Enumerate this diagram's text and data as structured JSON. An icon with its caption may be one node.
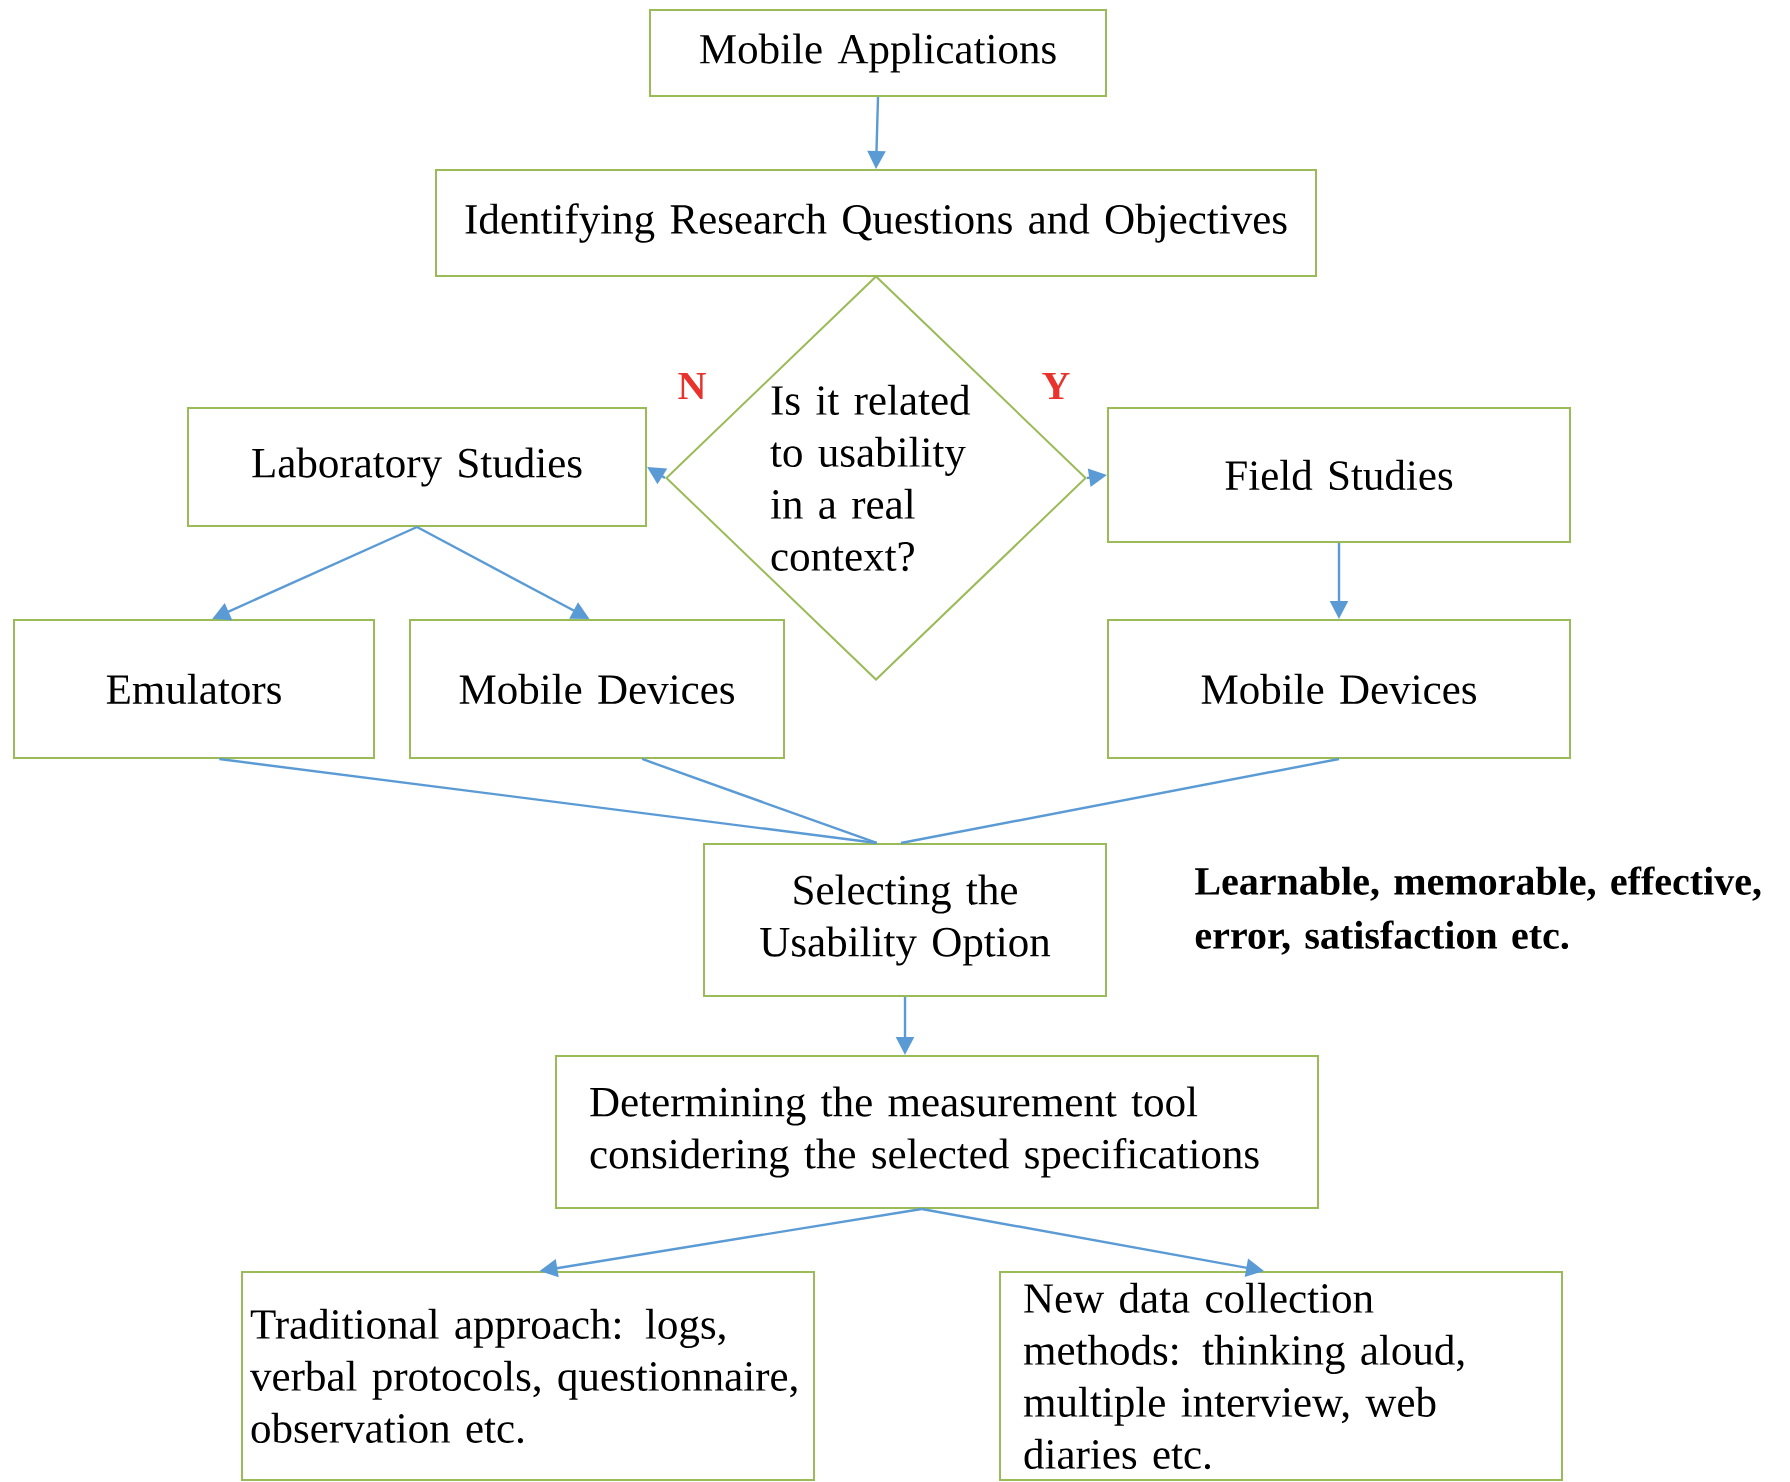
{
  "diagram": {
    "nodes": [
      {
        "text": [
          "Mobile Applications"
        ]
      },
      {
        "text": [
          "Identifying Research Questions and Objectives"
        ]
      },
      {
        "text": [
          "Is it related to usability in a real context?"
        ]
      },
      {
        "text": [
          "Laboratory Studies"
        ]
      },
      {
        "text": [
          "Field Studies"
        ]
      },
      {
        "text": [
          "Emulators"
        ]
      },
      {
        "text": [
          "Mobile Devices"
        ]
      },
      {
        "text": [
          "Mobile Devices"
        ]
      },
      {
        "text": [
          "Selecting the Usability Option"
        ]
      },
      {
        "text": [
          "Determining the measurement tool considering the selected specifications"
        ]
      },
      {
        "text": [
          "Traditional approach: logs, verbal protocols, questionnaire, observation etc."
        ]
      },
      {
        "text": [
          "New data collection methods: thinking aloud, multiple interview, web diaries etc."
        ]
      }
    ],
    "edges": [
      {
        "from": 0,
        "to": 1,
        "arrow": "to"
      },
      {
        "from": 2,
        "to": 3,
        "arrow": "to",
        "label": "N"
      },
      {
        "from": 2,
        "to": 4,
        "arrow": "to",
        "label": "Y"
      },
      {
        "from": 3,
        "to": 5,
        "arrow": "to"
      },
      {
        "from": 3,
        "to": 6,
        "arrow": "to"
      },
      {
        "from": 4,
        "to": 7,
        "arrow": "to"
      },
      {
        "from": 5,
        "to": 8,
        "arrow": "none"
      },
      {
        "from": 6,
        "to": 8,
        "arrow": "none"
      },
      {
        "from": 7,
        "to": 8,
        "arrow": "none"
      },
      {
        "from": 8,
        "to": 9,
        "arrow": "to"
      },
      {
        "from": 9,
        "to": 10,
        "arrow": "to"
      },
      {
        "from": 9,
        "to": 11,
        "arrow": "to"
      }
    ],
    "labels": [
      "Learnable, memorable, effective, error, satisfaction etc."
    ]
  }
}
